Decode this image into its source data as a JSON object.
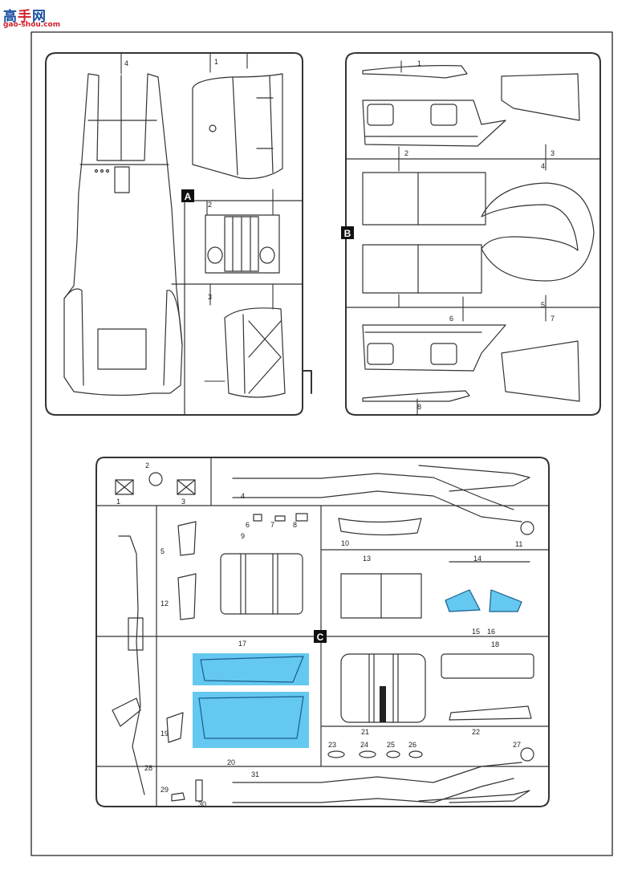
{
  "watermark": {
    "char1": "高",
    "char2": "手",
    "char3": "网",
    "url": "gao-shou.com"
  },
  "sprues": {
    "A": {
      "letter": "A",
      "labels": [
        "1",
        "2",
        "3",
        "4"
      ]
    },
    "B": {
      "letter": "B",
      "labels": [
        "1",
        "2",
        "3",
        "4",
        "5",
        "6",
        "7",
        "8"
      ]
    },
    "C": {
      "letter": "C",
      "labels": [
        "1",
        "2",
        "3",
        "4",
        "5",
        "6",
        "7",
        "8",
        "9",
        "10",
        "11",
        "12",
        "13",
        "14",
        "15",
        "16",
        "17",
        "18",
        "19",
        "20",
        "21",
        "22",
        "23",
        "24",
        "25",
        "26",
        "27",
        "28",
        "29",
        "30",
        "31"
      ]
    }
  },
  "colors": {
    "line": "#333333",
    "clear_part_fill": "#64c8f0",
    "letter_box": "#111111",
    "letter_text": "#ffffff"
  }
}
